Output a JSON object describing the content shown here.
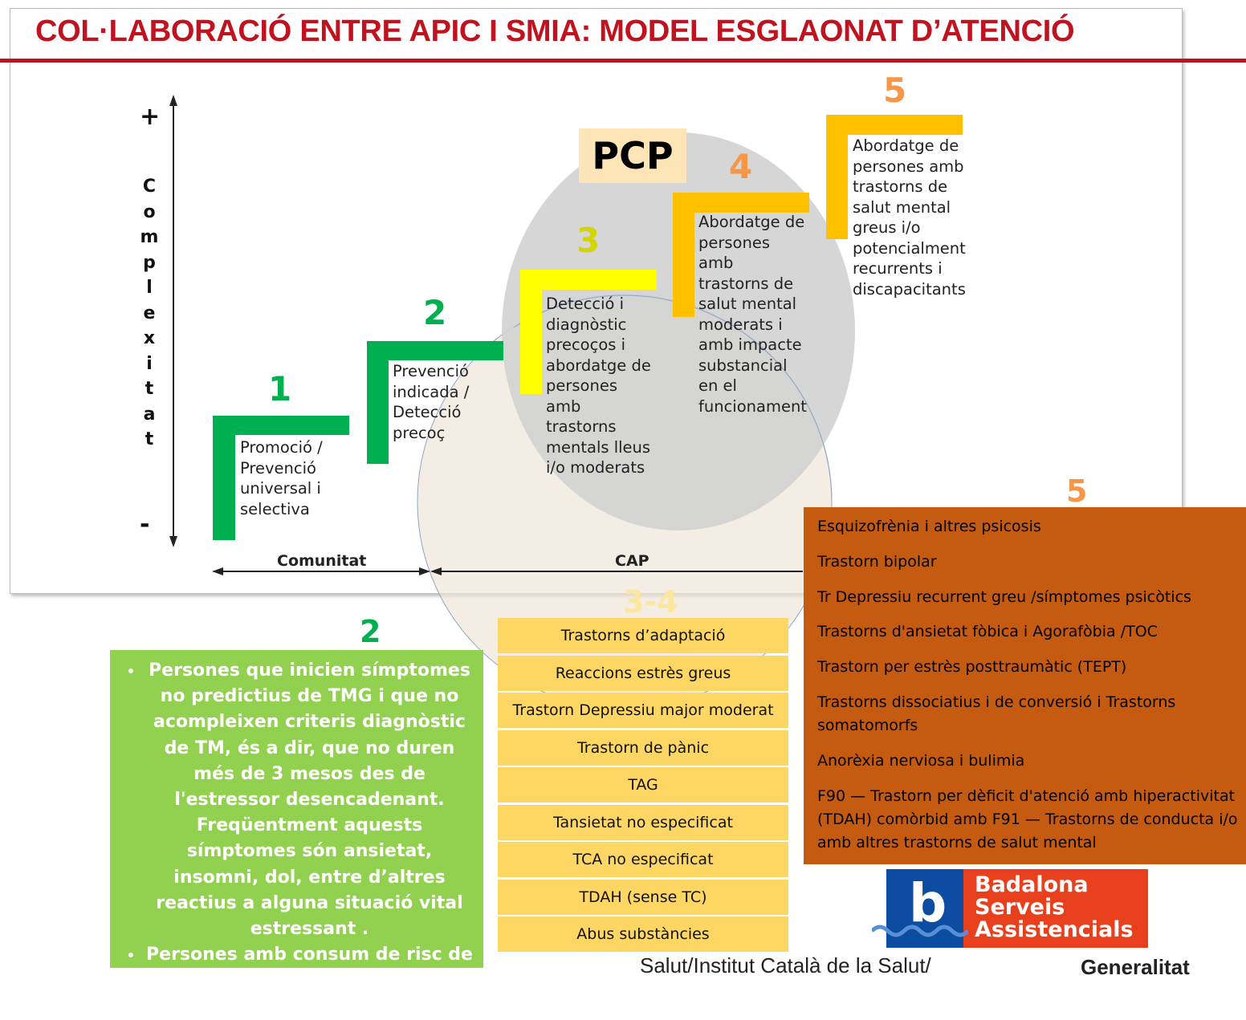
{
  "title": "COL·LABORACIÓ ENTRE APIC I SMIA: MODEL ESGLAONAT D’ATENCIÓ",
  "axis": {
    "plus": "+",
    "minus": "-",
    "label_letters": [
      "C",
      "o",
      "m",
      "p",
      "l",
      "e",
      "x",
      "i",
      "t",
      "a",
      "t"
    ],
    "bottom_left": "Comunitat",
    "bottom_right": "CAP"
  },
  "pcp_label": "PCP",
  "steps": [
    {
      "number": "1",
      "color": "#00b050",
      "lines": [
        "Promoció /",
        "Prevenció",
        "universal i",
        "selectiva"
      ]
    },
    {
      "number": "2",
      "color": "#00b050",
      "lines": [
        "Prevenció",
        "indicada /",
        "Detecció",
        "precoç"
      ]
    },
    {
      "number": "3",
      "color": "#ffff00",
      "number_color": "#d4d400",
      "lines": [
        "Detecció i",
        "diagnòstic",
        "precoços i",
        "abordatge de",
        "persones",
        "amb",
        "trastorns",
        "mentals lleus",
        "i/o moderats"
      ]
    },
    {
      "number": "4",
      "color": "#ffc000",
      "number_color": "#f79646",
      "lines": [
        "Abordatge de",
        "persones",
        "amb",
        "trastorns de",
        "salut mental",
        "moderats i",
        "amb impacte",
        "substancial",
        "en el",
        "funcionament"
      ]
    },
    {
      "number": "5",
      "color": "#ffc000",
      "number_color": "#f79646",
      "lines": [
        "Abordatge de",
        "persones amb",
        "trastorns de",
        "salut mental",
        "greus i/o",
        "potencialment",
        "recurrents i",
        "discapacitants"
      ]
    }
  ],
  "group_2": {
    "number": "2",
    "bullets": [
      "Persones que inicien símptomes no predictius de TMG i que no acompleixen criteris diagnòstic de TM, és a dir, que no duren més de 3 mesos des de l'estressor desencadenant. Freqüentment aquests símptomes són ansietat, insomni, dol, entre d’altres reactius a alguna situació vital estressant .",
      "Persones amb consum de risc de substàncies o comportaments addictius de risc."
    ]
  },
  "group_34": {
    "number": "3-4",
    "items": [
      "Trastorns d’adaptació",
      "Reaccions estrès greus",
      "Trastorn Depressiu major moderat",
      "Trastorn de pànic",
      "TAG",
      "Tansietat no especificat",
      "TCA no especificat",
      "TDAH (sense TC)",
      "Abus substàncies"
    ]
  },
  "group_5": {
    "number": "5",
    "items": [
      "Esquizofrènia i altres psicosis",
      "Trastorn bipolar",
      "Tr Depressiu recurrent greu /símptomes psicòtics",
      "Trastorns d'ansietat fòbica i Agorafòbia /TOC",
      "Trastorn per estrès posttraumàtic (TEPT)",
      "Trastorns dissociatius i de conversió i Trastorns somatomorfs",
      "Anorèxia nerviosa i bulimia",
      "F90 — Trastorn per dèficit d'atenció amb hiperactivitat (TDAH) comòrbid  amb F91 — Trastorns de conducta i/o amb altres trastorns de salut mental"
    ]
  },
  "logo": {
    "letter": "b",
    "lines": [
      "Badalona",
      "Serveis",
      "Assistencials"
    ]
  },
  "footer": {
    "left": "Salut/Institut Català de la Salut/",
    "right": "Generalitat"
  }
}
